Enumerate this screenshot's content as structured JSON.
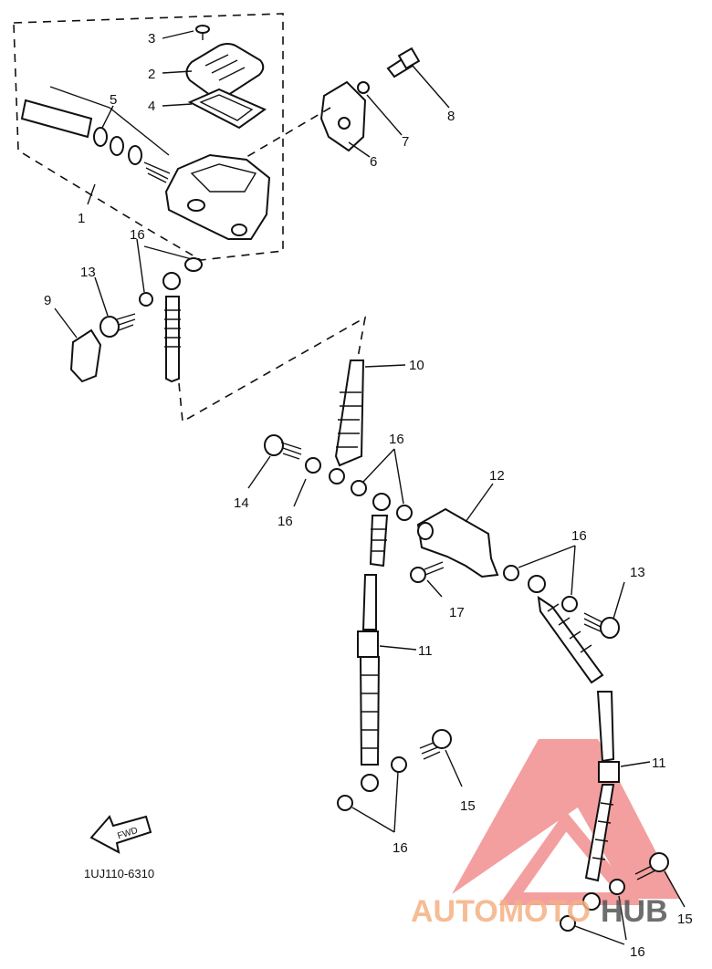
{
  "callouts": [
    "1",
    "2",
    "3",
    "4",
    "5",
    "6",
    "7",
    "8",
    "9",
    "10",
    "11",
    "11",
    "12",
    "13",
    "13",
    "14",
    "15",
    "15",
    "16",
    "16",
    "16",
    "16",
    "16",
    "16",
    "17"
  ],
  "diagram_code": "1UJ110-6310",
  "fwd_label": "FWD",
  "watermark": {
    "part1": "AUTOMOTO",
    "part2": "HUB",
    "color1": "#f4b183",
    "color2": "#555555",
    "logo_color": "#f08080"
  }
}
